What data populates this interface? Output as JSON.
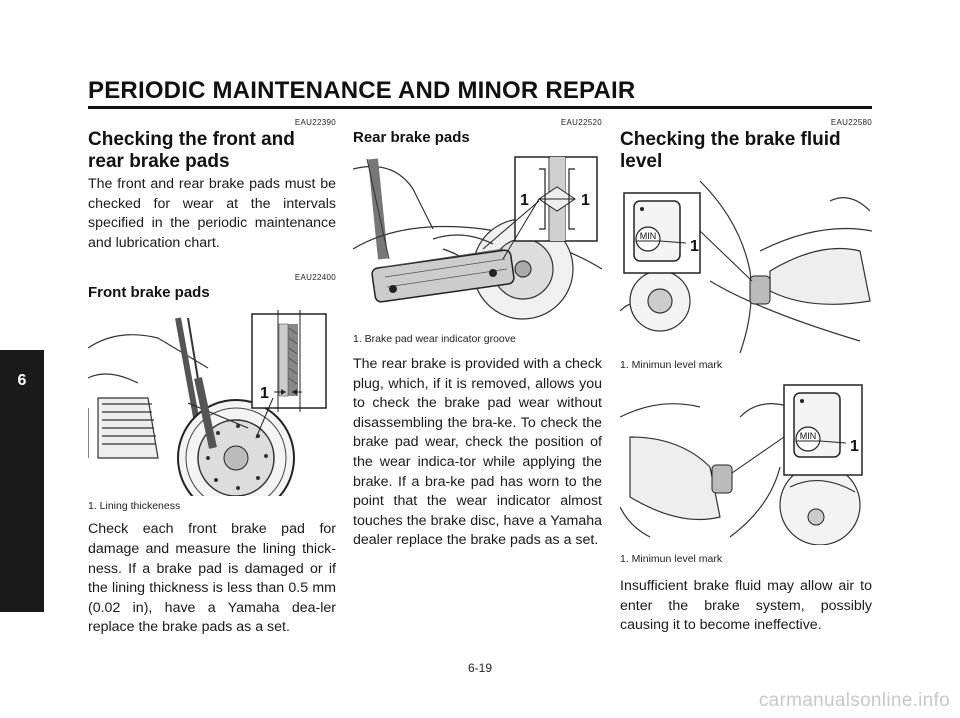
{
  "header": {
    "title": "PERIODIC MAINTENANCE AND MINOR REPAIR"
  },
  "chapter_tab": "6",
  "col1": {
    "code1": "EAU22390",
    "heading": "Checking the front and rear brake pads",
    "intro": "The front and rear brake pads must be checked for wear at the intervals specified in the periodic maintenance and lubrication chart.",
    "code2": "EAU22400",
    "subheading": "Front brake pads",
    "callout": "1",
    "caption": "1. Lining thickeness",
    "body": "Check each front brake pad for damage and measure the lining thick-ness. If a brake pad is damaged or if the lining thickness is less than 0.5 mm (0.02 in), have a Yamaha dea-ler replace the brake pads as a set."
  },
  "col2": {
    "code": "EAU22520",
    "subheading": "Rear brake pads",
    "callout_left": "1",
    "callout_right": "1",
    "caption": "1. Brake pad wear indicator groove",
    "body": "The rear brake is provided with a check plug, which, if it is removed, allows you to check the brake pad wear without disassembling the bra-ke. To check the brake pad wear, check the position of the wear indica-tor while applying the brake. If a bra-ke pad has worn to the point that the wear indicator almost touches the brake disc, have a Yamaha dealer replace the brake pads as a set."
  },
  "col3": {
    "code": "EAU22580",
    "heading": "Checking the brake fluid level",
    "min_label_1": "MIN",
    "callout_1": "1",
    "caption1": "1. Minimun level mark",
    "min_label_2": "MIN",
    "callout_2": "1",
    "caption2": "1. Minimun level mark",
    "body": "Insufficient brake fluid may allow air to enter the brake system, possibly causing it to become ineffective."
  },
  "footer": {
    "page_number": "6-19"
  },
  "watermark": "carmanualsonline.info"
}
